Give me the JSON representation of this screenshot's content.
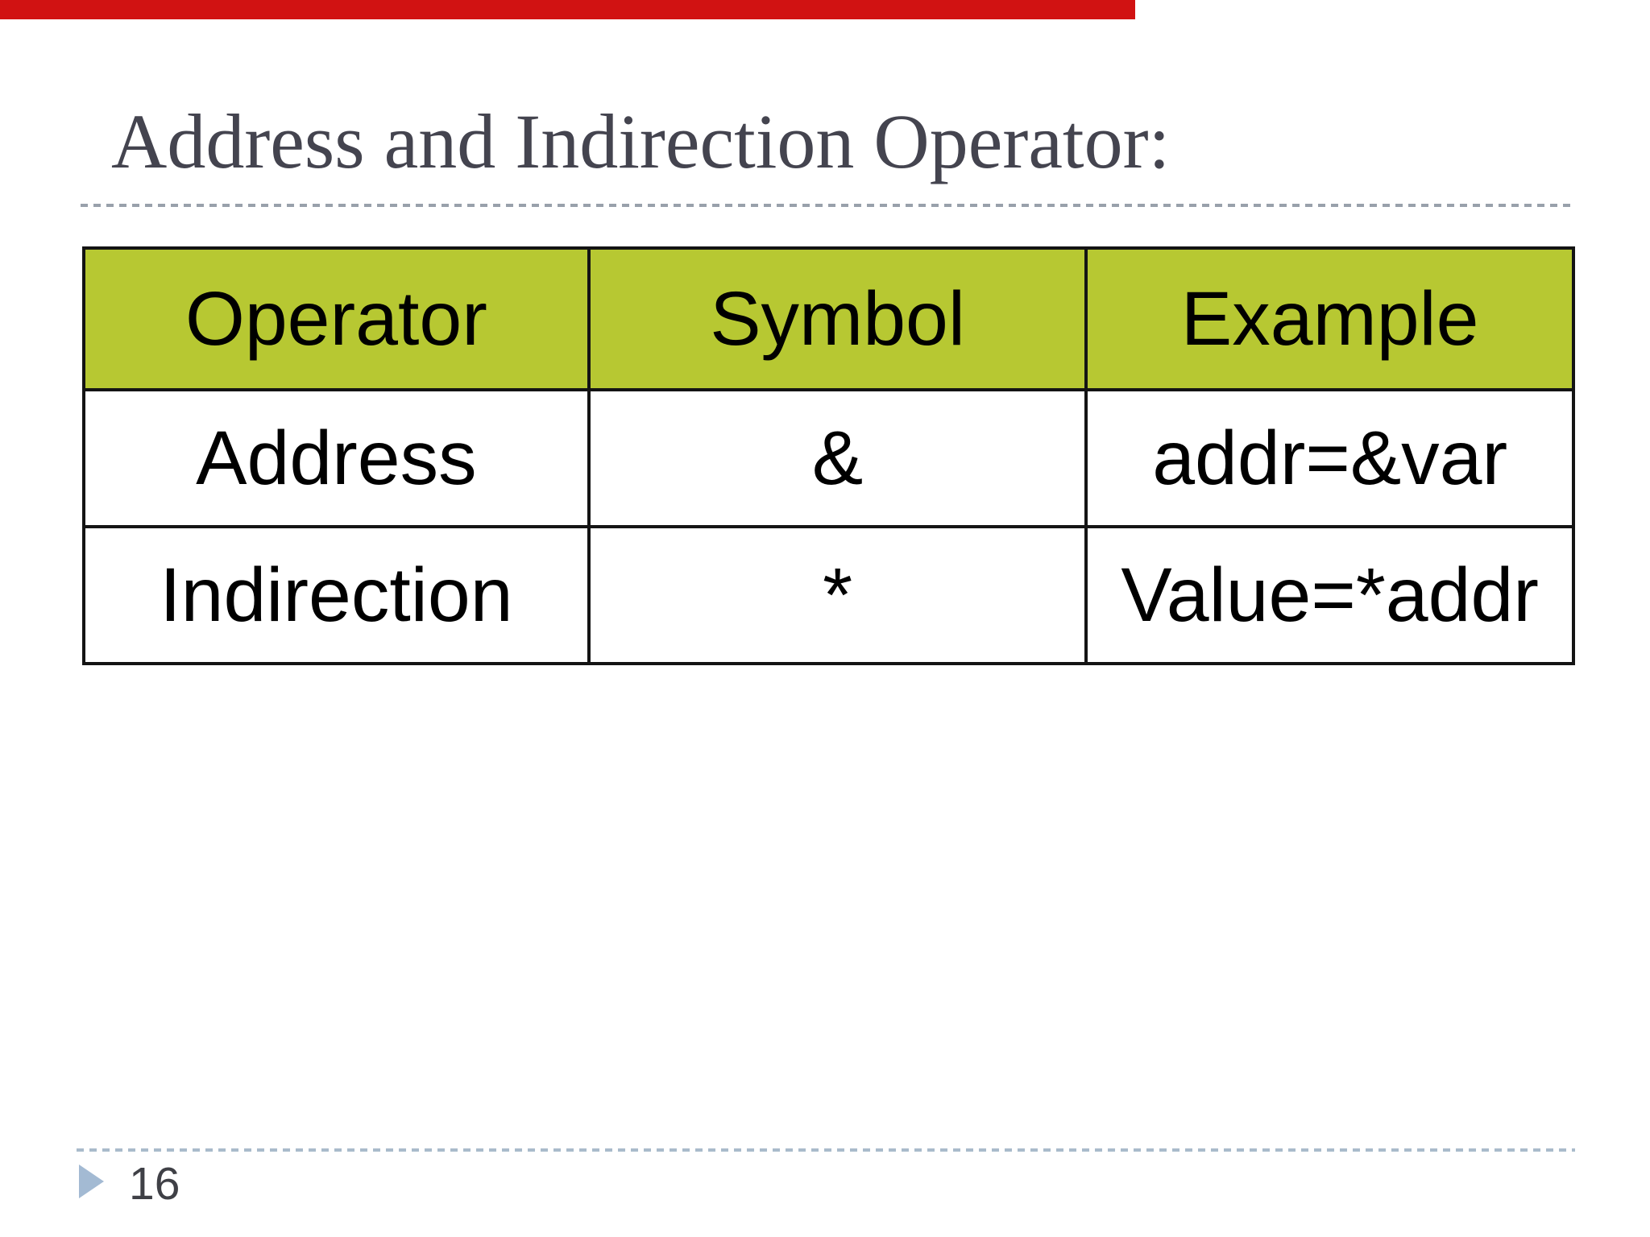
{
  "slide": {
    "title": "Address and Indirection Operator:",
    "page_number": "16"
  },
  "progress_bar": {
    "color": "#d11212",
    "fraction_full": "69%"
  },
  "table": {
    "type": "table",
    "header_bg": "#b7c832",
    "border_color": "#141414",
    "columns": [
      "Operator",
      "Symbol",
      "Example"
    ],
    "rows": [
      [
        "Address",
        "&",
        "addr=&var"
      ],
      [
        "Indirection",
        "*",
        "Value=*addr"
      ]
    ]
  },
  "colors": {
    "title_text": "#44444f",
    "top_rule_dash": "#99a1ab",
    "bottom_rule_dash": "#a9bbcb",
    "footer_triangle": "#a3bad3",
    "page_number_text": "#3f4046"
  }
}
